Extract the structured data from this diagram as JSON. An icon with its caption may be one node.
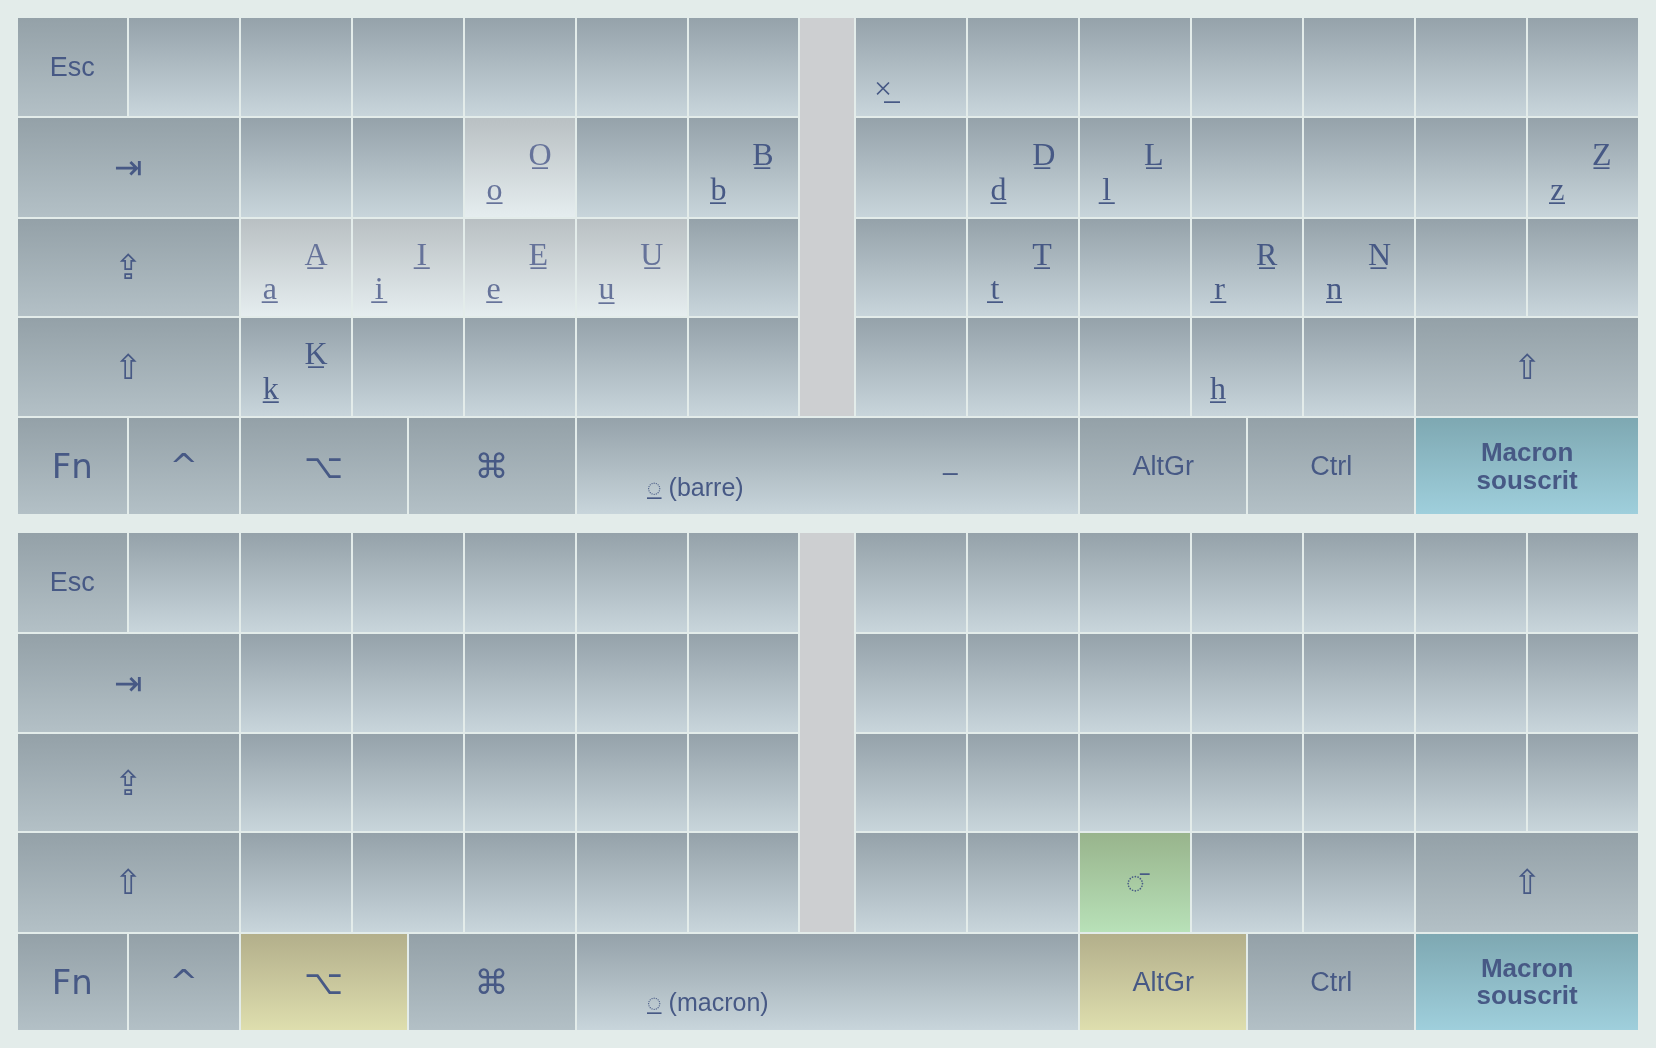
{
  "diagram": {
    "nodes": [
      {
        "text": [
          "Esc"
        ]
      },
      {
        "text": [],
        "shape": "box"
      },
      {
        "text": [],
        "shape": "box"
      },
      {
        "text": [],
        "shape": "box"
      },
      {
        "text": [],
        "shape": "box"
      },
      {
        "text": [],
        "shape": "box"
      },
      {
        "text": [],
        "shape": "box"
      },
      {
        "text": [
          "×̲"
        ]
      },
      {
        "text": [],
        "shape": "box"
      },
      {
        "text": [],
        "shape": "box"
      },
      {
        "text": [],
        "shape": "box"
      },
      {
        "text": [],
        "shape": "box"
      },
      {
        "text": [],
        "shape": "box"
      },
      {
        "text": [],
        "shape": "box"
      },
      {
        "text": [
          "⇥"
        ]
      },
      {
        "text": [],
        "shape": "box"
      },
      {
        "text": [],
        "shape": "box"
      },
      {
        "text": [
          "o̲",
          "O̲"
        ]
      },
      {
        "text": [],
        "shape": "box"
      },
      {
        "text": [
          "b̲",
          "B̲"
        ]
      },
      {
        "text": [],
        "shape": "box"
      },
      {
        "text": [
          "d̲",
          "D̲"
        ]
      },
      {
        "text": [
          "l̲",
          "L̲"
        ]
      },
      {
        "text": [],
        "shape": "box"
      },
      {
        "text": [],
        "shape": "box"
      },
      {
        "text": [],
        "shape": "box"
      },
      {
        "text": [
          "z̲",
          "Z̲"
        ]
      },
      {
        "text": [
          "⇪"
        ]
      },
      {
        "text": [
          "a̲",
          "A̲"
        ]
      },
      {
        "text": [
          "i̲",
          "I̲"
        ]
      },
      {
        "text": [
          "e̲",
          "E̲"
        ]
      },
      {
        "text": [
          "u̲",
          "U̲"
        ]
      },
      {
        "text": [],
        "shape": "box"
      },
      {
        "text": [],
        "shape": "box"
      },
      {
        "text": [
          "t̲",
          "T̲"
        ]
      },
      {
        "text": [],
        "shape": "box"
      },
      {
        "text": [
          "r̲",
          "R̲"
        ]
      },
      {
        "text": [
          "n̲",
          "N̲"
        ]
      },
      {
        "text": [],
        "shape": "box"
      },
      {
        "text": [],
        "shape": "box"
      },
      {
        "text": [
          "⇧"
        ]
      },
      {
        "text": [
          "k̲",
          "K̲"
        ]
      },
      {
        "text": [],
        "shape": "box"
      },
      {
        "text": [],
        "shape": "box"
      },
      {
        "text": [],
        "shape": "box"
      },
      {
        "text": [],
        "shape": "box"
      },
      {
        "text": [],
        "shape": "box"
      },
      {
        "text": [],
        "shape": "box"
      },
      {
        "text": [],
        "shape": "box"
      },
      {
        "text": [
          "h̲"
        ]
      },
      {
        "text": [],
        "shape": "box"
      },
      {
        "text": [
          "⇧"
        ]
      },
      {
        "text": [
          "Fn"
        ]
      },
      {
        "text": [
          "^"
        ]
      },
      {
        "text": [
          "⌥"
        ]
      },
      {
        "text": [
          "⌘"
        ]
      },
      {
        "text": [
          "◌̲ (barre)",
          "–"
        ]
      },
      {
        "text": [
          "AltGr"
        ]
      },
      {
        "text": [
          "Ctrl"
        ]
      },
      {
        "text": [
          "Macron souscrit"
        ]
      },
      {
        "text": [
          "Esc"
        ]
      },
      {
        "text": [],
        "shape": "box"
      },
      {
        "text": [],
        "shape": "box"
      },
      {
        "text": [],
        "shape": "box"
      },
      {
        "text": [],
        "shape": "box"
      },
      {
        "text": [],
        "shape": "box"
      },
      {
        "text": [],
        "shape": "box"
      },
      {
        "text": [],
        "shape": "box"
      },
      {
        "text": [],
        "shape": "box"
      },
      {
        "text": [],
        "shape": "box"
      },
      {
        "text": [],
        "shape": "box"
      },
      {
        "text": [],
        "shape": "box"
      },
      {
        "text": [],
        "shape": "box"
      },
      {
        "text": [],
        "shape": "box"
      },
      {
        "text": [
          "⇥"
        ]
      },
      {
        "text": [],
        "shape": "box"
      },
      {
        "text": [],
        "shape": "box"
      },
      {
        "text": [],
        "shape": "box"
      },
      {
        "text": [],
        "shape": "box"
      },
      {
        "text": [],
        "shape": "box"
      },
      {
        "text": [],
        "shape": "box"
      },
      {
        "text": [],
        "shape": "box"
      },
      {
        "text": [],
        "shape": "box"
      },
      {
        "text": [],
        "shape": "box"
      },
      {
        "text": [],
        "shape": "box"
      },
      {
        "text": [],
        "shape": "box"
      },
      {
        "text": [],
        "shape": "box"
      },
      {
        "text": [
          "⇪"
        ]
      },
      {
        "text": [],
        "shape": "box"
      },
      {
        "text": [],
        "shape": "box"
      },
      {
        "text": [],
        "shape": "box"
      },
      {
        "text": [],
        "shape": "box"
      },
      {
        "text": [],
        "shape": "box"
      },
      {
        "text": [],
        "shape": "box"
      },
      {
        "text": [],
        "shape": "box"
      },
      {
        "text": [],
        "shape": "box"
      },
      {
        "text": [],
        "shape": "box"
      },
      {
        "text": [],
        "shape": "box"
      },
      {
        "text": [],
        "shape": "box"
      },
      {
        "text": [],
        "shape": "box"
      },
      {
        "text": [
          "⇧"
        ]
      },
      {
        "text": [],
        "shape": "box"
      },
      {
        "text": [],
        "shape": "box"
      },
      {
        "text": [],
        "shape": "box"
      },
      {
        "text": [],
        "shape": "box"
      },
      {
        "text": [],
        "shape": "box"
      },
      {
        "text": [],
        "shape": "box"
      },
      {
        "text": [],
        "shape": "box"
      },
      {
        "text": [
          "◌̄"
        ]
      },
      {
        "text": [],
        "shape": "box"
      },
      {
        "text": [],
        "shape": "box"
      },
      {
        "text": [
          "⇧"
        ]
      },
      {
        "text": [
          "Fn"
        ]
      },
      {
        "text": [
          "^"
        ]
      },
      {
        "text": [
          "⌥"
        ]
      },
      {
        "text": [
          "⌘"
        ]
      },
      {
        "text": [
          "◌̲ (macron)"
        ]
      },
      {
        "text": [
          "AltGr"
        ]
      },
      {
        "text": [
          "Ctrl"
        ]
      },
      {
        "text": [
          "Macron souscrit"
        ]
      },
      {
        "text": [],
        "shape": "bar"
      },
      {
        "text": [],
        "shape": "bar"
      }
    ]
  }
}
